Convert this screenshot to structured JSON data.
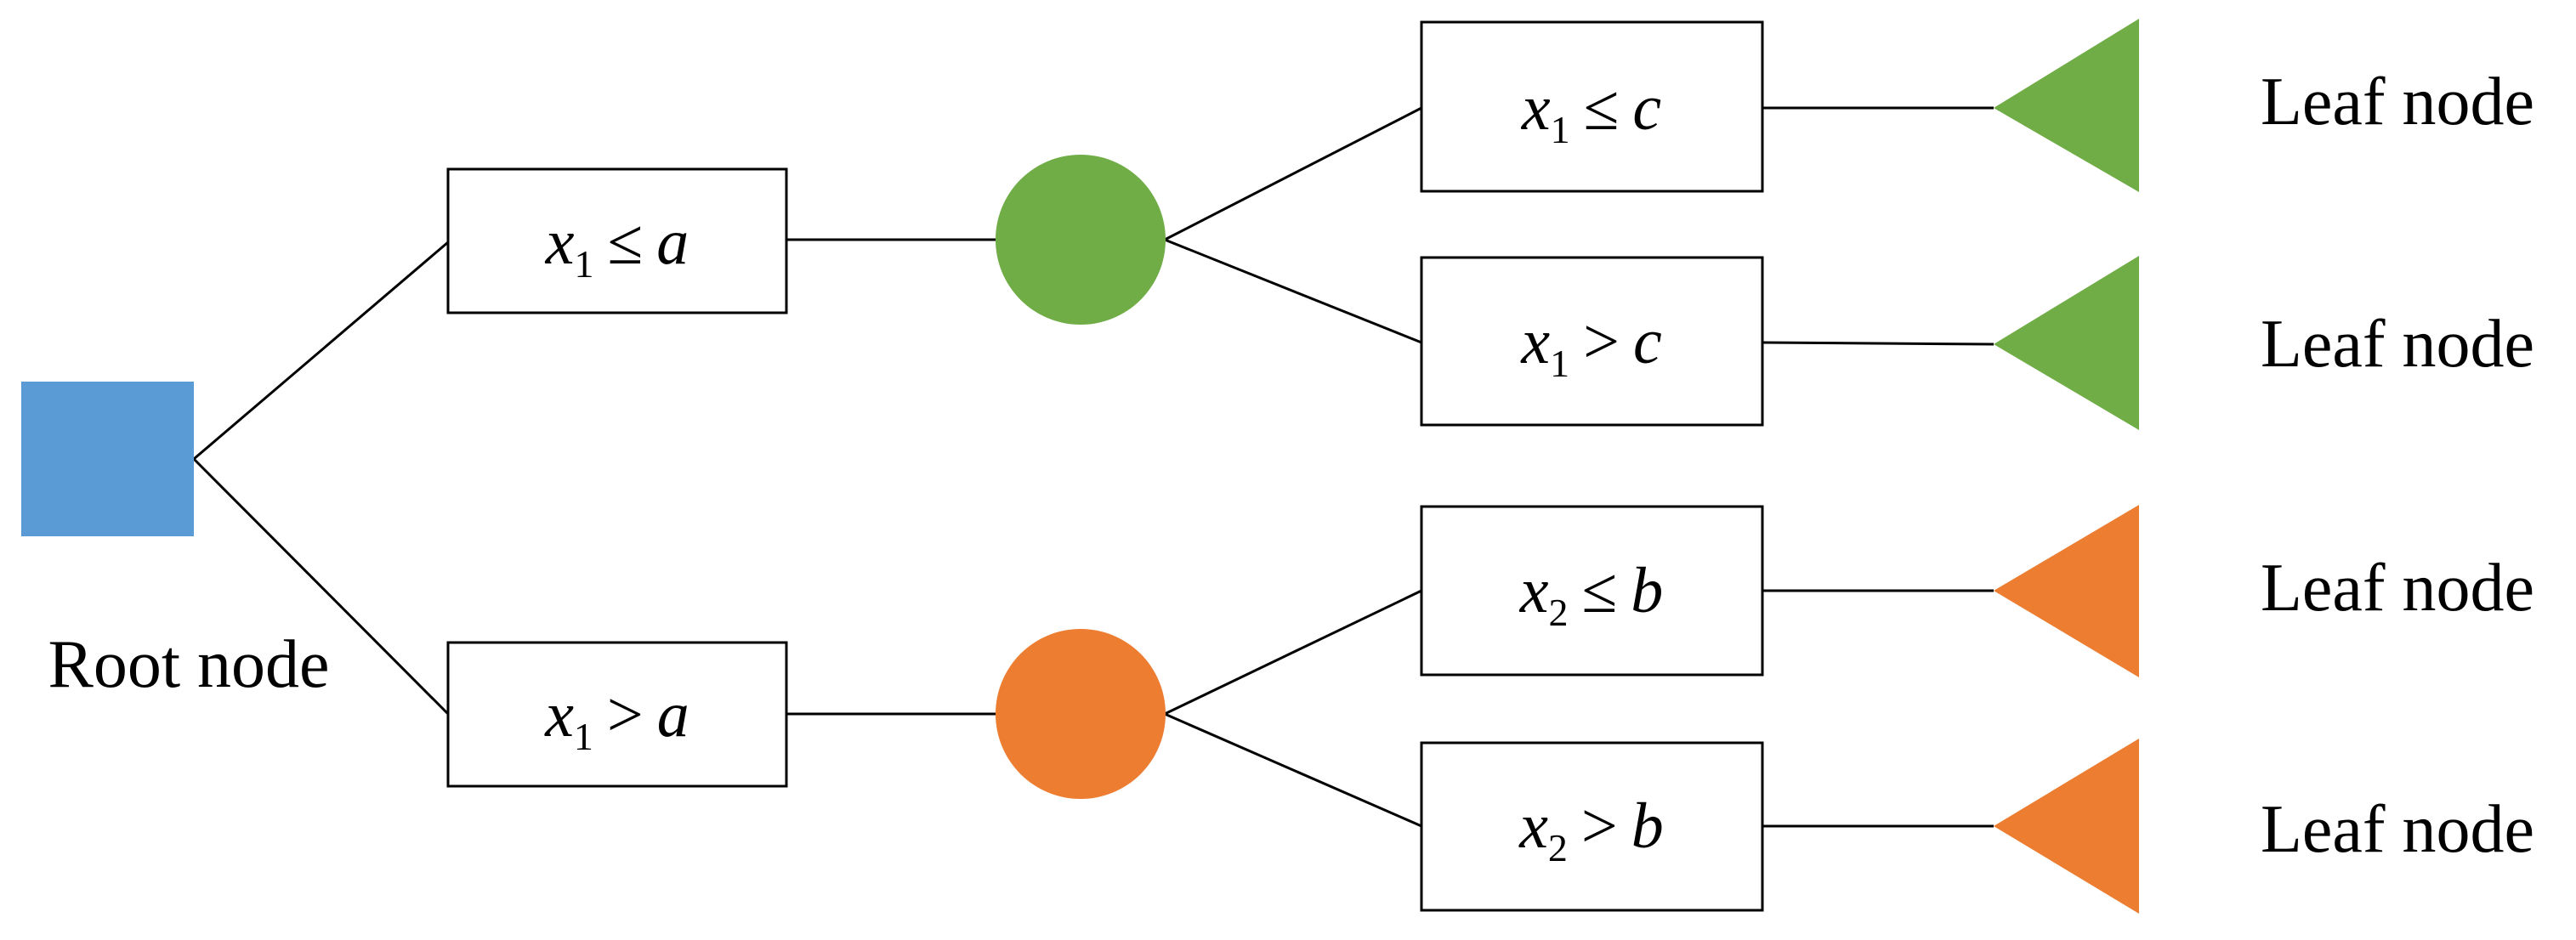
{
  "colors": {
    "root": "#5B9BD5",
    "green": "#70AD47",
    "orange": "#ED7D31",
    "line": "#000000"
  },
  "root": {
    "label": "Root node",
    "shape": "square"
  },
  "branches": [
    {
      "condition": {
        "var": "x",
        "sub": "1",
        "op": "≤",
        "val": "a"
      },
      "node_color": "green",
      "children": [
        {
          "condition": {
            "var": "x",
            "sub": "1",
            "op": "≤",
            "val": "c"
          },
          "leaf_label": "Leaf node"
        },
        {
          "condition": {
            "var": "x",
            "sub": "1",
            "op": ">",
            "val": "c"
          },
          "leaf_label": "Leaf node"
        }
      ]
    },
    {
      "condition": {
        "var": "x",
        "sub": "1",
        "op": ">",
        "val": "a"
      },
      "node_color": "orange",
      "children": [
        {
          "condition": {
            "var": "x",
            "sub": "2",
            "op": "≤",
            "val": "b"
          },
          "leaf_label": "Leaf node"
        },
        {
          "condition": {
            "var": "x",
            "sub": "2",
            "op": ">",
            "val": "b"
          },
          "leaf_label": "Leaf node"
        }
      ]
    }
  ]
}
